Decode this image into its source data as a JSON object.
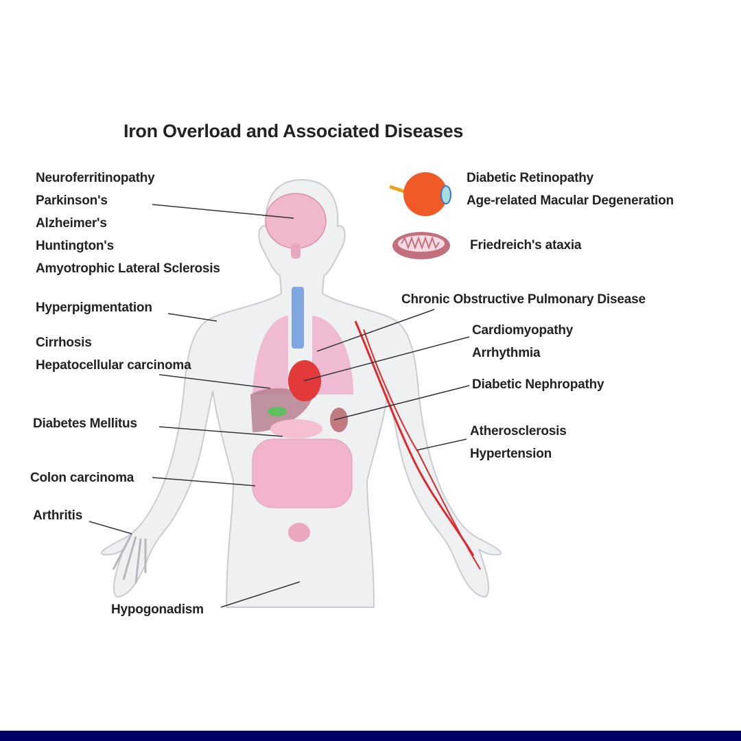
{
  "title": "Iron Overload and Associated Diseases",
  "labels": {
    "brain": [
      "Neuroferritinopathy",
      "Parkinson's",
      "Alzheimer's",
      "Huntington's",
      "Amyotrophic Lateral Sclerosis"
    ],
    "skin": "Hyperpigmentation",
    "liver": [
      "Cirrhosis",
      "Hepatocellular carcinoma"
    ],
    "pancreas": "Diabetes Mellitus",
    "colon": "Colon carcinoma",
    "joints": "Arthritis",
    "gonads": "Hypogonadism",
    "eye": [
      "Diabetic Retinopathy",
      "Age-related Macular Degeneration"
    ],
    "mitochondria": "Friedreich's ataxia",
    "lungs": "Chronic Obstructive Pulmonary Disease",
    "heart": [
      "Cardiomyopathy",
      "Arrhythmia"
    ],
    "kidney": "Diabetic Nephropathy",
    "vessels": [
      "Atherosclerosis",
      "Hypertension"
    ]
  },
  "colors": {
    "footer_bar": "#000066",
    "body": "#eef0f2",
    "organ_pink": "#eeb0c8",
    "artery": "#e0282c"
  }
}
